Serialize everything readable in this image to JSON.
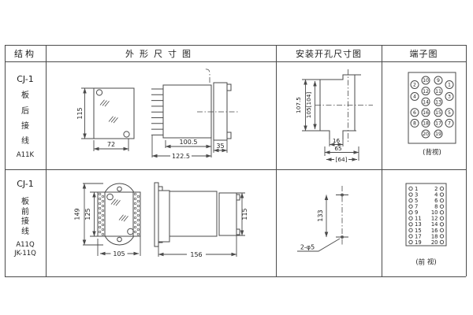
{
  "header": {
    "col_structure": "结构",
    "col_outline": "外形尺寸图",
    "col_install": "安装开孔尺寸图",
    "col_terminal": "端子图"
  },
  "rows": [
    {
      "structure": {
        "model": "CJ-1",
        "chars": [
          "板",
          "后",
          "接",
          "线"
        ],
        "codes": [
          "A11K"
        ]
      },
      "outline": {
        "front_height": "115",
        "front_width": "72",
        "side_body_depth": "100.5",
        "side_overall_depth": "122.5",
        "side_flange_depth": "35"
      },
      "install": {
        "cutout_height": "107.5",
        "cutout_height_alt": "105[104]",
        "slot_width": "16",
        "cutout_width": "65",
        "cutout_width_alt": "[64]"
      },
      "terminal": {
        "view_label": "(背视)",
        "inner_left": [
          "10",
          "12",
          "14",
          "16",
          "18",
          "20"
        ],
        "inner_right": [
          "9",
          "11",
          "13",
          "15",
          "17",
          "19"
        ],
        "outer_left": [
          "2",
          "4",
          "6",
          "8"
        ],
        "outer_right": [
          "1",
          "3",
          "5",
          "7"
        ]
      }
    },
    {
      "structure": {
        "model": "CJ-1",
        "chars": [
          "板",
          "前",
          "接",
          "线"
        ],
        "codes": [
          "A11Q",
          "JK-11Q"
        ]
      },
      "outline": {
        "front_height_outer": "149",
        "front_height_inner": "125",
        "front_width": "105",
        "side_depth": "156",
        "side_height": "115"
      },
      "install": {
        "hole_spacing": "133",
        "hole_spec": "2-φ5"
      },
      "terminal": {
        "view_label": "(前 视)",
        "left": [
          "1",
          "3",
          "5",
          "7",
          "9",
          "11",
          "13",
          "15",
          "17",
          "19"
        ],
        "right": [
          "2",
          "4",
          "6",
          "8",
          "10",
          "12",
          "14",
          "16",
          "18",
          "20"
        ]
      }
    }
  ]
}
